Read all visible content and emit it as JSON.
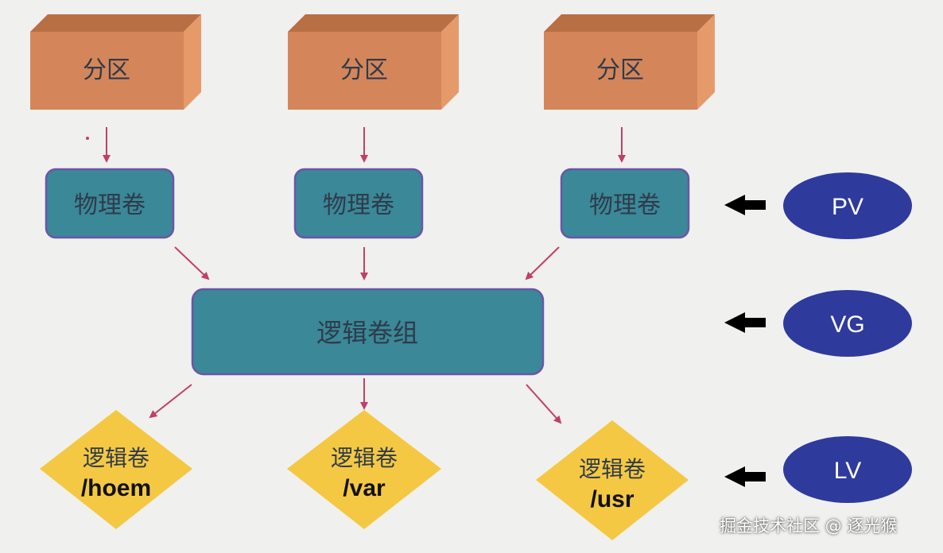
{
  "partitions": [
    {
      "label": "分区"
    },
    {
      "label": "分区"
    },
    {
      "label": "分区"
    }
  ],
  "physical_volumes": [
    {
      "label": "物理卷"
    },
    {
      "label": "物理卷"
    },
    {
      "label": "物理卷"
    }
  ],
  "volume_group": {
    "label": "逻辑卷组"
  },
  "logical_volumes": [
    {
      "label": "逻辑卷",
      "path": "/hoem"
    },
    {
      "label": "逻辑卷",
      "path": "/var"
    },
    {
      "label": "逻辑卷",
      "path": "/usr"
    }
  ],
  "legend": [
    {
      "abbr": "PV"
    },
    {
      "abbr": "VG"
    },
    {
      "abbr": "LV"
    }
  ],
  "watermark": "掘金技术社区 @ 逐光猴",
  "colors": {
    "partition_front": "#d4865a",
    "partition_top": "#b96f44",
    "partition_side": "#e69a6a",
    "volume_fill": "#3a8898",
    "volume_stroke": "#6c55a8",
    "lv_fill": "#f4c842",
    "ellipse_fill": "#2e3a9c",
    "arrow_pink": "#c0406a",
    "arrow_black": "#000000"
  }
}
